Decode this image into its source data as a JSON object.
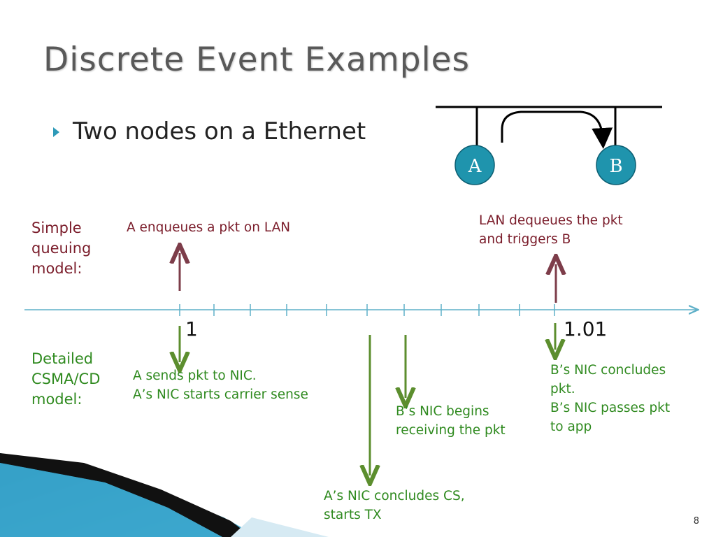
{
  "slide": {
    "title": "Discrete Event Examples",
    "bullet": "Two nodes on a Ethernet",
    "page_number": "8"
  },
  "network": {
    "node_a": "A",
    "node_b": "B"
  },
  "labels": {
    "simple_model": [
      "Simple",
      "queuing",
      "model:"
    ],
    "detailed_model": [
      "Detailed",
      "CSMA/CD",
      "model:"
    ]
  },
  "ticks": {
    "start": "1",
    "end": "1.01"
  },
  "simple_events": [
    {
      "text": [
        "A enqueues a pkt on LAN"
      ]
    },
    {
      "text": [
        "LAN dequeues the pkt",
        "and triggers B"
      ]
    }
  ],
  "detailed_events": [
    {
      "text": [
        "A sends pkt to NIC.",
        "A’s NIC starts carrier sense"
      ]
    },
    {
      "text": [
        "A’s NIC concludes CS,",
        "starts TX"
      ]
    },
    {
      "text": [
        "B’s NIC begins",
        "receiving the pkt"
      ]
    },
    {
      "text": [
        "B’s NIC concludes",
        "pkt.",
        "B’s NIC passes pkt",
        "to app"
      ]
    }
  ],
  "colors": {
    "accent": "#2e9ab8",
    "node_fill": "#1f94ad",
    "red_text": "#7a1c2a",
    "green_text": "#2f8a1f",
    "red_arrow": "#7d3d4a",
    "green_arrow": "#5c8e2e",
    "timeline": "#5fb0c8"
  }
}
